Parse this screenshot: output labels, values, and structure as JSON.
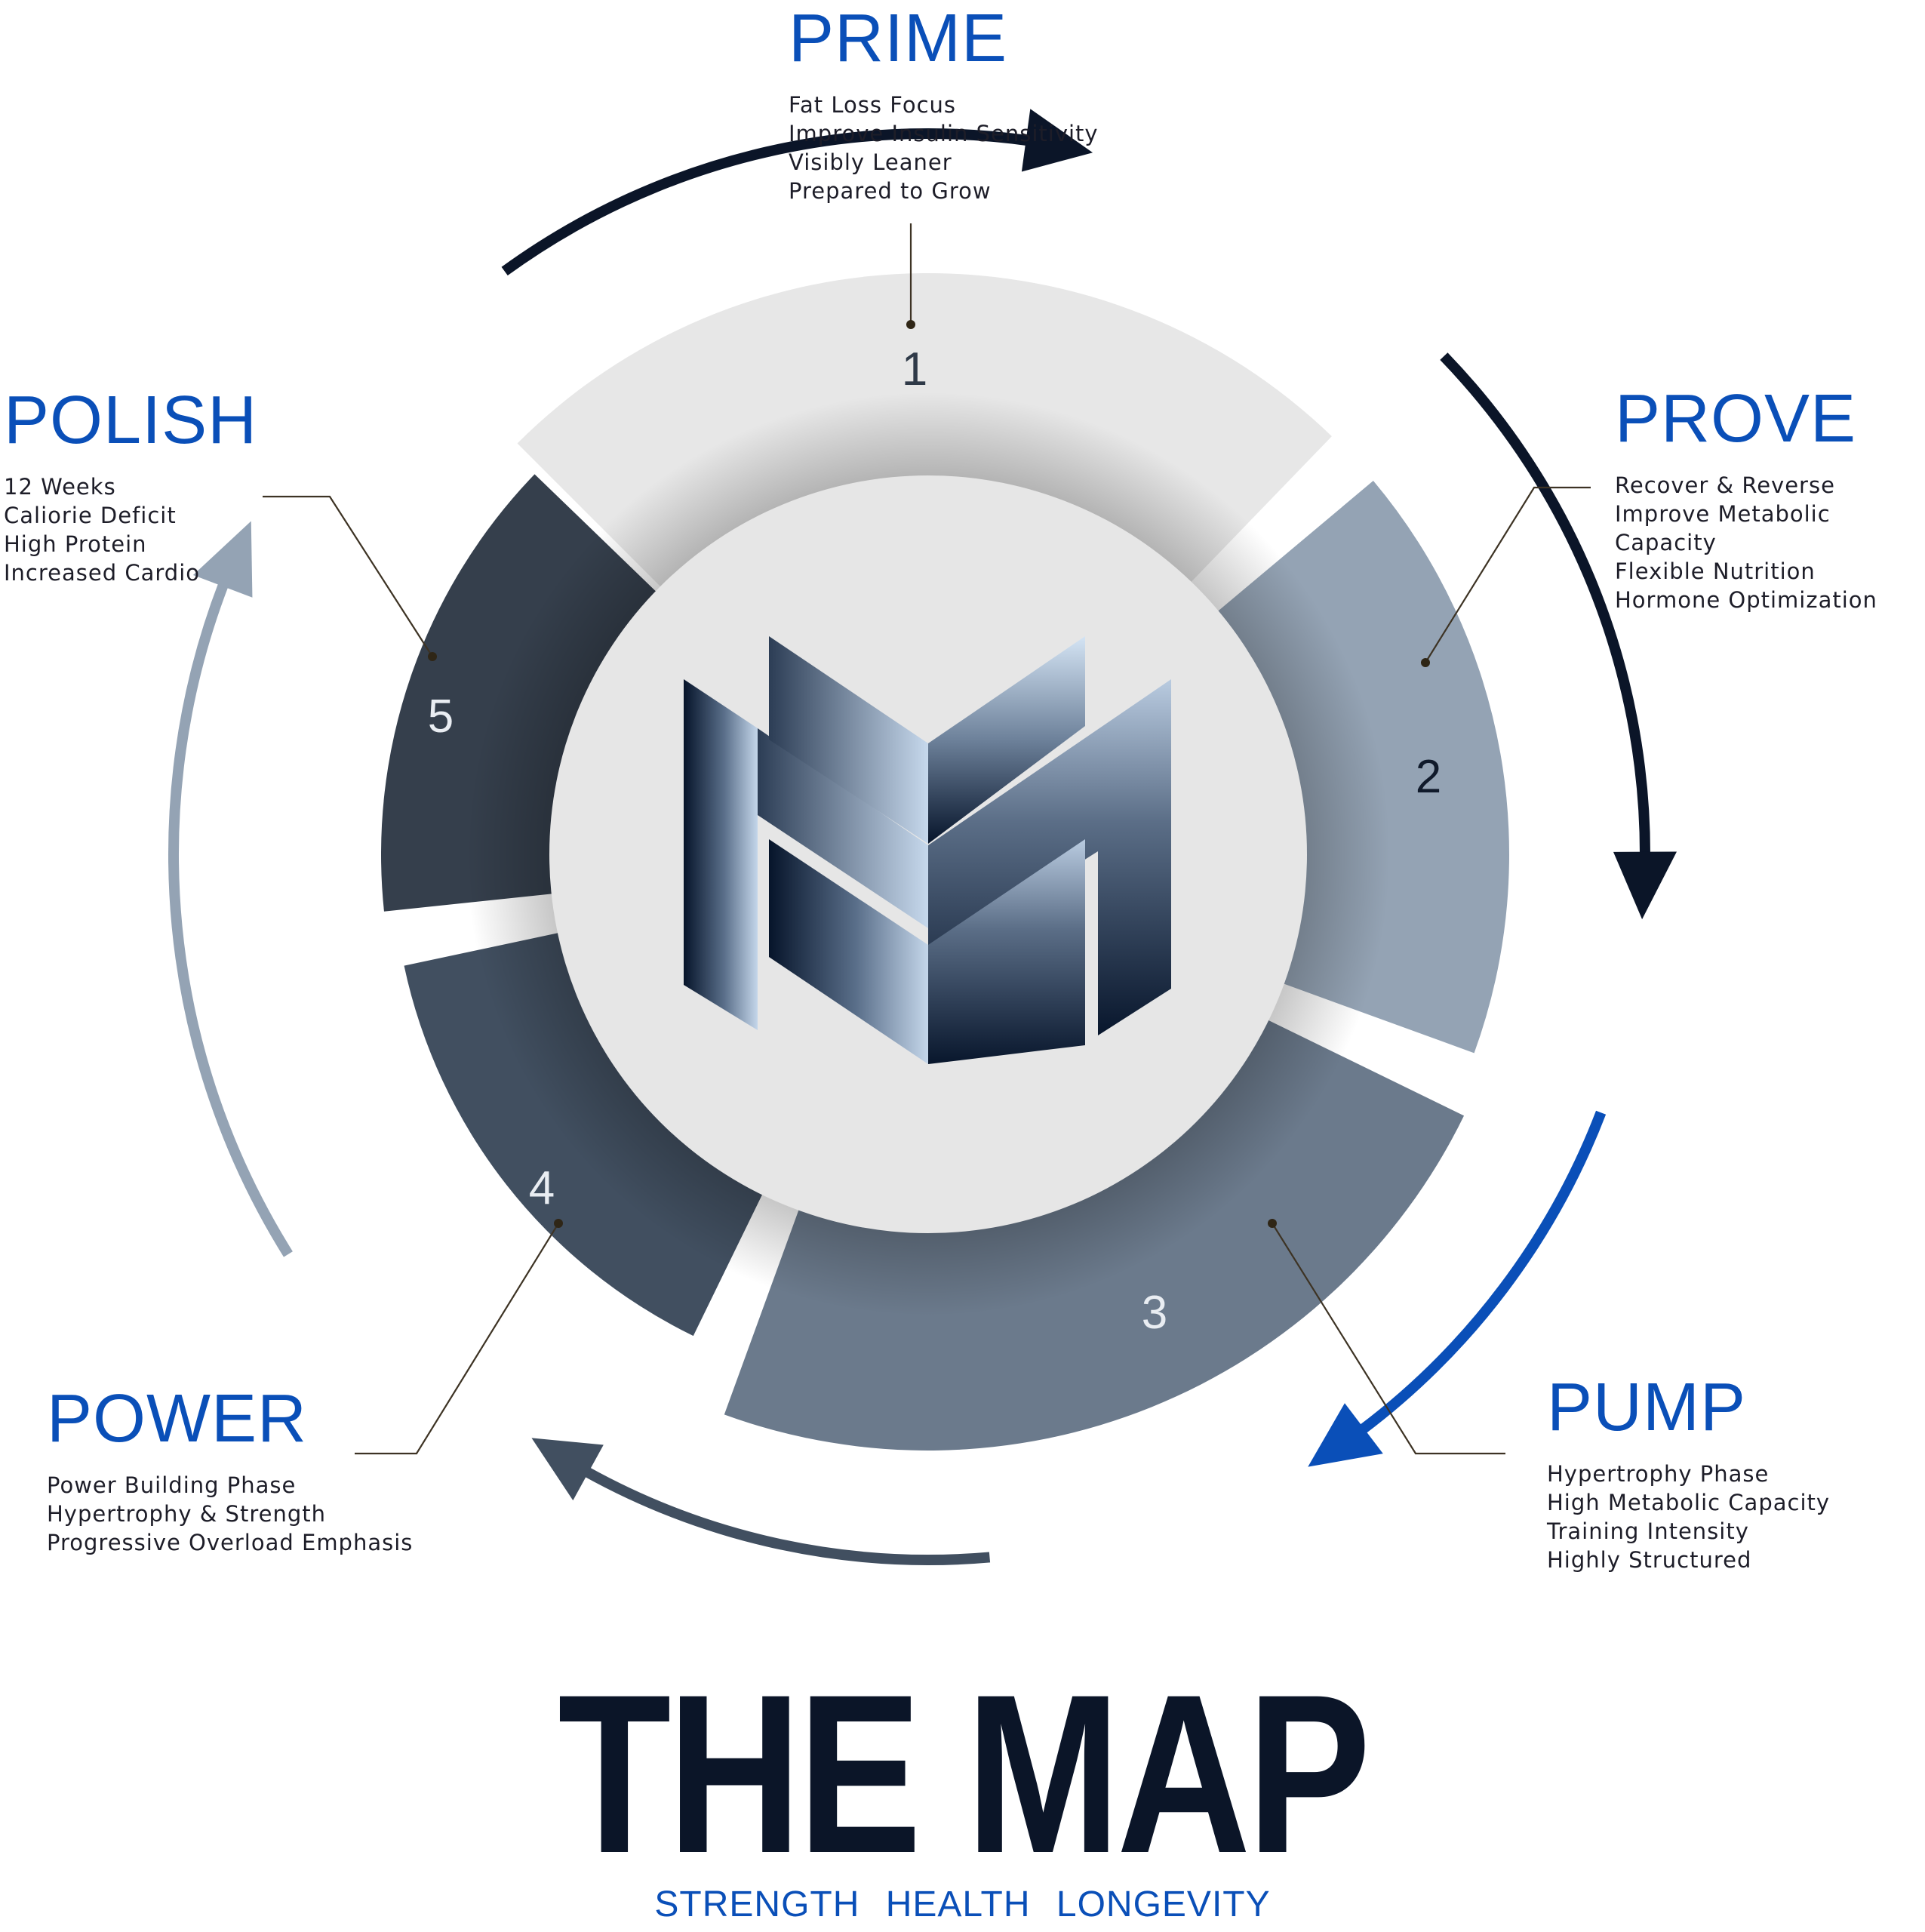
{
  "phases": [
    {
      "number": "1",
      "title": "PRIME",
      "items": [
        "Fat Loss Focus",
        "Improve Insulin Sensitivity",
        "Visibly Leaner",
        "Prepared to Grow"
      ]
    },
    {
      "number": "2",
      "title": "PROVE",
      "items": [
        "Recover & Reverse",
        "Improve Metabolic Capacity",
        "Flexible Nutrition",
        "Hormone Optimization"
      ]
    },
    {
      "number": "3",
      "title": "PUMP",
      "items": [
        "Hypertrophy Phase",
        "High Metabolic Capacity",
        "Training Intensity",
        "Highly Structured"
      ]
    },
    {
      "number": "4",
      "title": "POWER",
      "items": [
        "Power Building Phase",
        "Hypertrophy & Strength",
        "Progressive Overload Emphasis"
      ]
    },
    {
      "number": "5",
      "title": "POLISH",
      "items": [
        "12 Weeks",
        "Caliorie Deficit",
        "High Protein",
        "Increased Cardio"
      ]
    }
  ],
  "title": "THE MAP",
  "tagline": "STRENGTH HEALTH LONGEVITY",
  "colors": {
    "accent_blue": "#0a4fb8",
    "dark_navy": "#0b1528",
    "segment_1": "#e7e7e7",
    "segment_2": "#94a3b4",
    "segment_3": "#6b7a8c",
    "segment_4": "#414f60",
    "segment_5": "#353f4c"
  }
}
